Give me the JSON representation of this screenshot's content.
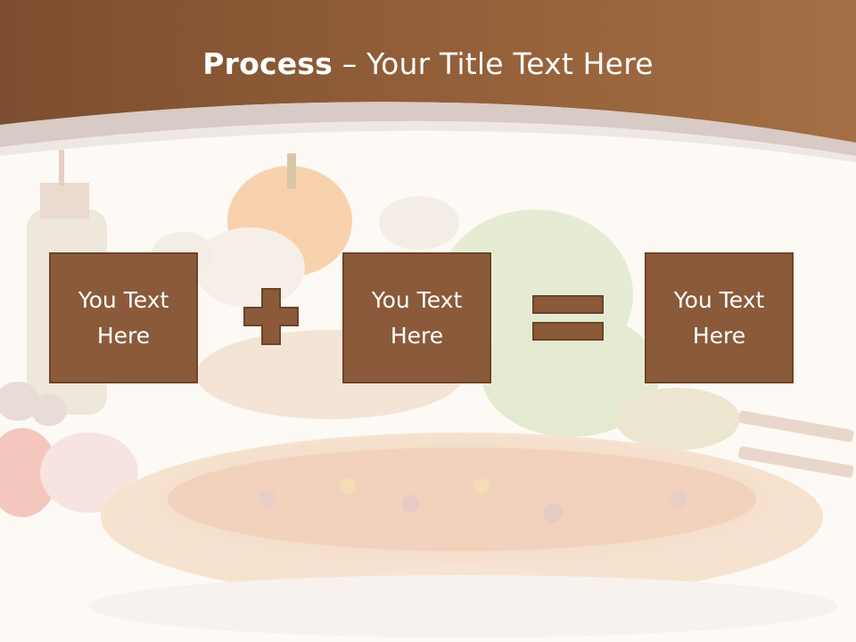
{
  "title": {
    "bold": "Process",
    "separator": " – ",
    "rest": "Your Title Text Here"
  },
  "boxes": [
    {
      "text": "You Text Here"
    },
    {
      "text": "You Text Here"
    },
    {
      "text": "You Text Here"
    }
  ],
  "operators": [
    "plus-icon",
    "equals-icon"
  ],
  "colors": {
    "header_brown": "#8a5a36",
    "box_fill": "#8a5a3a",
    "box_border": "#6d4327",
    "background": "#fdfaf6"
  }
}
